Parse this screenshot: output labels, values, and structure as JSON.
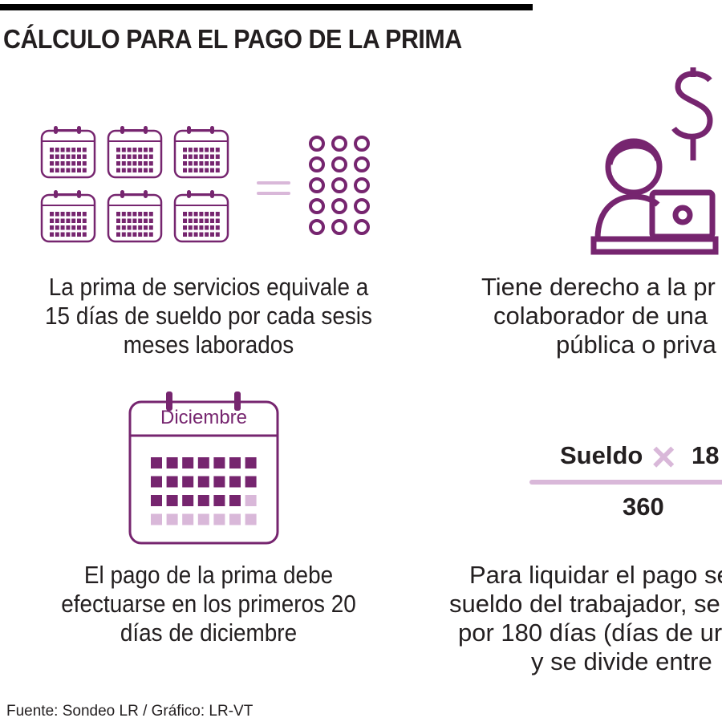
{
  "header": {
    "title": "CÁLCULO PARA EL PAGO DE LA PRIMA"
  },
  "colors": {
    "primary": "#76256f",
    "light": "#d9b8d9",
    "text": "#231f20"
  },
  "blocks": {
    "equivalence": {
      "icon": "six-calendars-equals-fifteen-days-icon",
      "lines": [
        "La prima de servicios equivale a",
        "15 días de sueldo por cada sesis",
        "meses laborados"
      ]
    },
    "right_to": {
      "icon": "worker-with-laptop-dollar-icon",
      "lines": [
        "Tiene derecho a la pr",
        "colaborador de una",
        "pública o priva"
      ]
    },
    "december": {
      "icon": "calendar-icon",
      "calendar_label": "Diciembre",
      "lines": [
        "El pago de la prima debe",
        "efectuarse en los primeros 20",
        "días de diciembre"
      ]
    },
    "formula": {
      "numerator_left": "Sueldo",
      "operator": "×",
      "numerator_right": "18",
      "denominator": "360",
      "lines": [
        "Para liquidar el pago se",
        "sueldo del trabajador, se",
        "por 180 días (días de ur",
        "y se divide entre"
      ]
    }
  },
  "footer": {
    "source": "Fuente: Sondeo LR / Gráfico: LR-VT"
  }
}
